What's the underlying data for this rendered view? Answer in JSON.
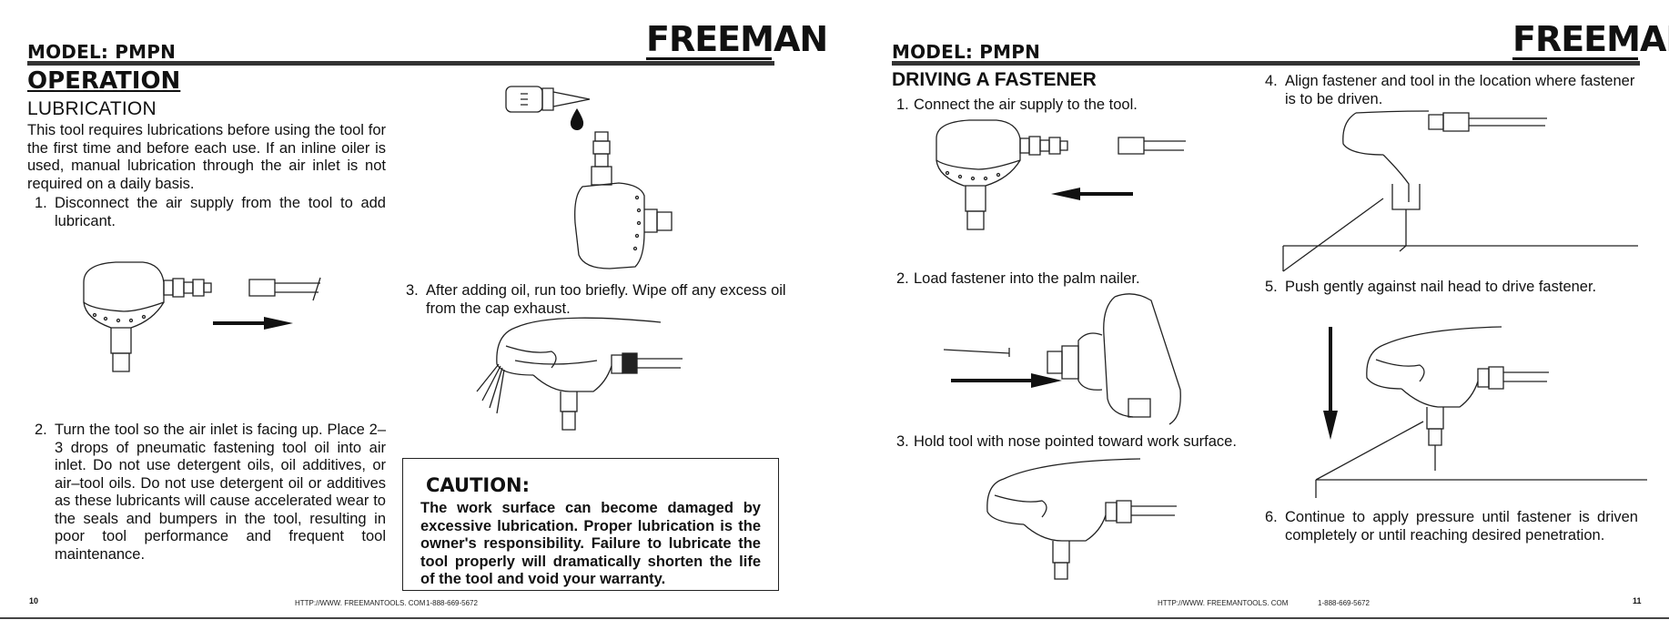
{
  "left": {
    "model": "MODEL: PMPN",
    "logo": "FREEMAN",
    "section_title": "OPERATION",
    "subsection_title": "LUBRICATION",
    "intro": "This tool requires lubrications before using the tool for the first time and before each use. If an inline oiler is used, manual lubrication through the air inlet is not required on a daily basis.",
    "steps": [
      {
        "num": "1.",
        "text": "Disconnect the air supply from the tool to add lubricant."
      },
      {
        "num": "2.",
        "text": "Turn the tool so the air inlet is facing up. Place 2–3 drops of pneumatic fastening tool oil into air inlet. Do not use detergent oils, oil additives, or air–tool oils. Do not use detergent oil or additives as these lubricants will cause accelerated wear to the seals and bumpers in the tool, resulting in poor tool performance and frequent tool maintenance."
      },
      {
        "num": "3.",
        "text": "After adding oil, run too briefly. Wipe off any excess oil from the cap exhaust."
      }
    ],
    "caution_title": "CAUTION:",
    "caution_text": "The work surface can become damaged by excessive lubrication. Proper lubrication is the owner's responsibility. Failure to lubricate the tool properly will dramatically shorten the life of the tool and void your warranty.",
    "page_number": "10",
    "footer_url": "HTTP://WWW. FREEMANTOOLS. COM",
    "footer_phone": "1-888-669-5672"
  },
  "right": {
    "model": "MODEL: PMPN",
    "logo": "FREEMAN",
    "section_title": "DRIVING A FASTENER",
    "steps": [
      {
        "num": "1.",
        "text": "Connect the air supply to the tool."
      },
      {
        "num": "2.",
        "text": "Load fastener into the palm nailer."
      },
      {
        "num": "3.",
        "text": "Hold tool with nose pointed toward work surface."
      },
      {
        "num": "4.",
        "text": "Align fastener and tool in the location where fastener is to be driven."
      },
      {
        "num": "5.",
        "text": "Push gently against nail head to drive fastener."
      },
      {
        "num": "6.",
        "text": "Continue to apply pressure until fastener is driven completely or until reaching desired penetration."
      }
    ],
    "page_number": "11",
    "footer_url": "HTTP://WWW. FREEMANTOOLS. COM",
    "footer_phone": "1-888-669-5672"
  },
  "icons": {
    "oil_drop": "oil-drop-icon",
    "arrow": "arrow-icon"
  }
}
